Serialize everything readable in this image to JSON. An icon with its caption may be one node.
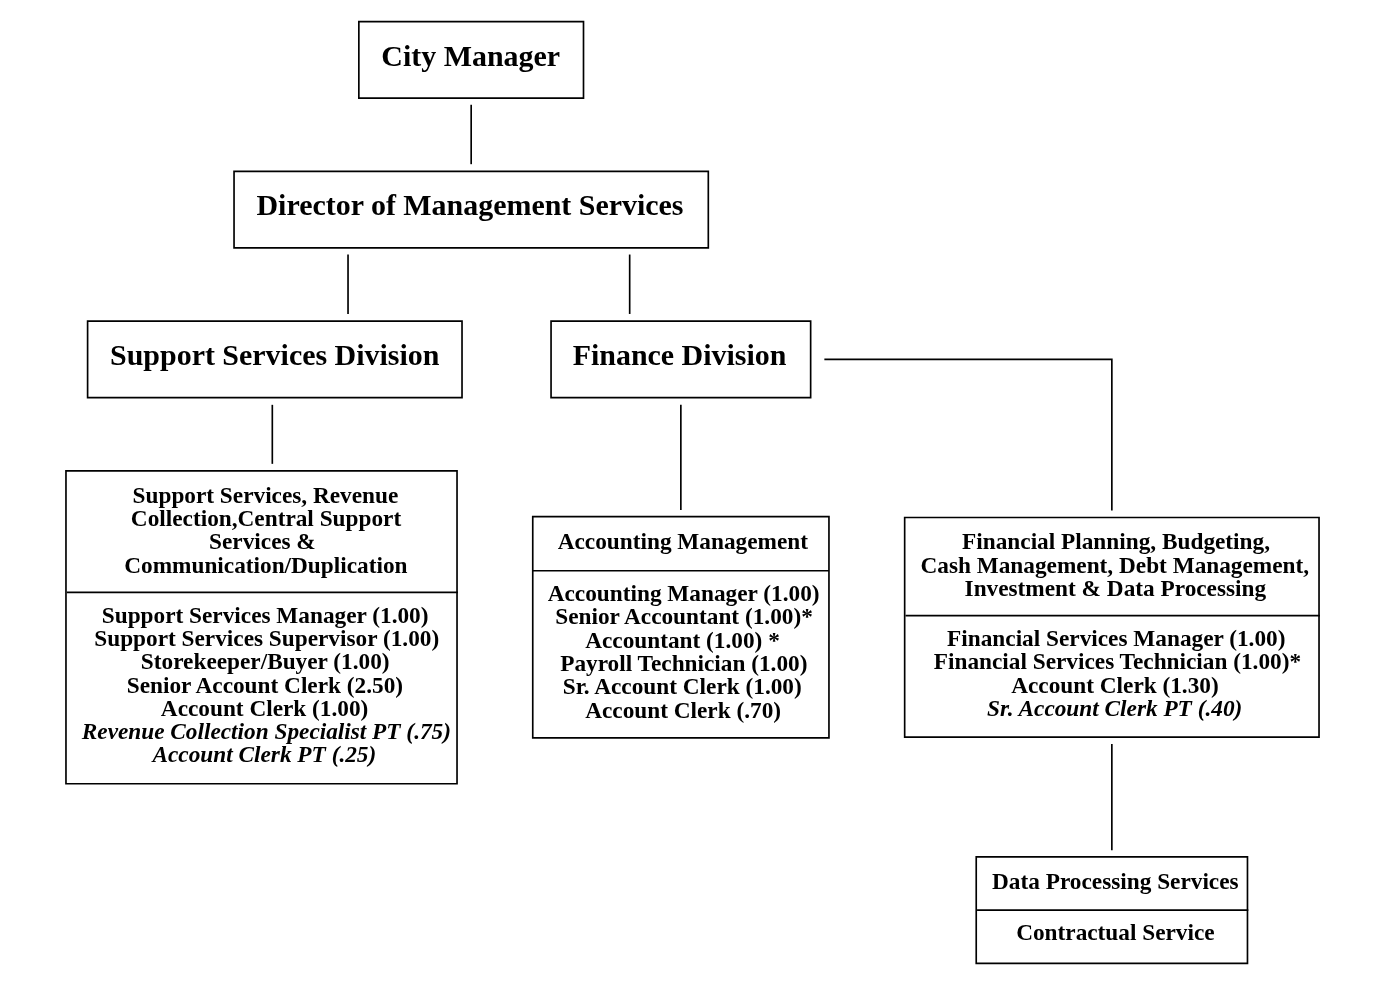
{
  "diagram": {
    "nodes": [
      {
        "text": [
          "City Manager"
        ]
      },
      {
        "text": [
          "Director of Management Services"
        ]
      },
      {
        "text": [
          "Support Services Division"
        ]
      },
      {
        "text": [
          "Finance Division"
        ]
      },
      {
        "text": [
          "Support Services, Revenue Collection,Central Support Services & Communication/Duplication",
          "Support Services Manager (1.00)",
          "Support Services Supervisor (1.00)",
          "Storekeeper/Buyer (1.00)",
          "Senior Account Clerk (2.50)",
          "Account Clerk (1.00)",
          "Revenue Collection Specialist PT (.75)",
          "Account Clerk PT (.25)"
        ]
      },
      {
        "text": [
          "Accounting Management",
          "Accounting Manager (1.00)",
          "Senior Accountant (1.00)*",
          "Accountant (1.00) *",
          "Payroll Technician (1.00)",
          "Sr. Account Clerk (1.00)",
          "Account Clerk (.70)"
        ]
      },
      {
        "text": [
          "Financial Planning, Budgeting, Cash Management, Debt Management, Investment & Data Processing",
          "Financial Services Manager (1.00)",
          "Financial Services Technician (1.00)*",
          "Account Clerk (1.30)",
          "Sr. Account Clerk PT (.40)"
        ]
      },
      {
        "text": [
          "Data Processing Services",
          "Contractual Service"
        ]
      }
    ],
    "edges": [
      {
        "from": 0,
        "to": 1,
        "arrow": "none"
      },
      {
        "from": 1,
        "to": 2,
        "arrow": "none"
      },
      {
        "from": 1,
        "to": 3,
        "arrow": "none"
      },
      {
        "from": 2,
        "to": 4,
        "arrow": "none"
      },
      {
        "from": 3,
        "to": 5,
        "arrow": "none"
      },
      {
        "from": 3,
        "to": 6,
        "arrow": "none"
      },
      {
        "from": 6,
        "to": 7,
        "arrow": "none"
      }
    ]
  }
}
